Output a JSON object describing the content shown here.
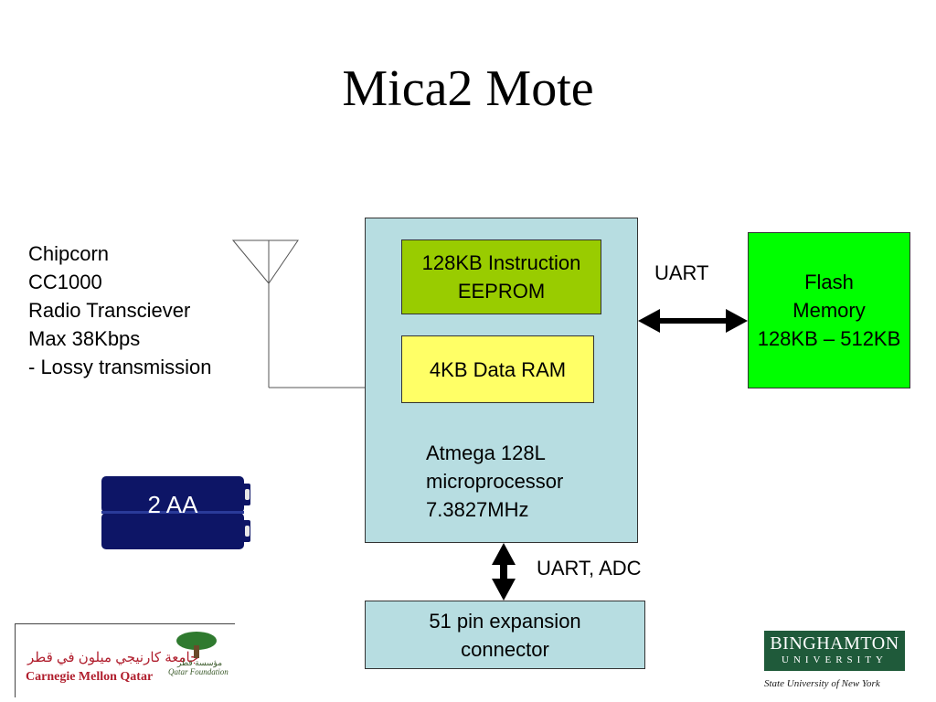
{
  "slide": {
    "title": "Mica2 Mote"
  },
  "radio": {
    "description": "Chipcorn\nCC1000\nRadio Transciever\nMax 38Kbps\n- Lossy transmission"
  },
  "cpu": {
    "eeprom_label": "128KB Instruction\nEEPROM",
    "ram_label": "4KB Data RAM",
    "processor_label": "Atmega 128L\nmicroprocessor\n7.3827MHz"
  },
  "flash": {
    "label": "Flash\nMemory\n128KB – 512KB"
  },
  "links": {
    "flash_link": "UART",
    "expansion_link": "UART, ADC"
  },
  "expansion": {
    "label": "51 pin expansion\nconnector"
  },
  "battery": {
    "label": "2 AA"
  },
  "logos": {
    "cmu_arabic": "جامعة كارنيجي ميلون في قطر",
    "cmu_english": "Carnegie Mellon Qatar",
    "qf_arabic": "مؤسسة قطر",
    "qf_english": "Qatar Foundation",
    "binghamton_name": "BINGHAMTON",
    "binghamton_univ": "UNIVERSITY",
    "binghamton_sub": "State University of New York"
  },
  "colors": {
    "cpu_fill": "#b7dde1",
    "eeprom_fill": "#99cc00",
    "ram_fill": "#ffff66",
    "flash_fill": "#00ff00",
    "battery_fill": "#0d1566",
    "binghamton_green": "#1f5a3a",
    "cmu_red": "#b01e2d"
  }
}
